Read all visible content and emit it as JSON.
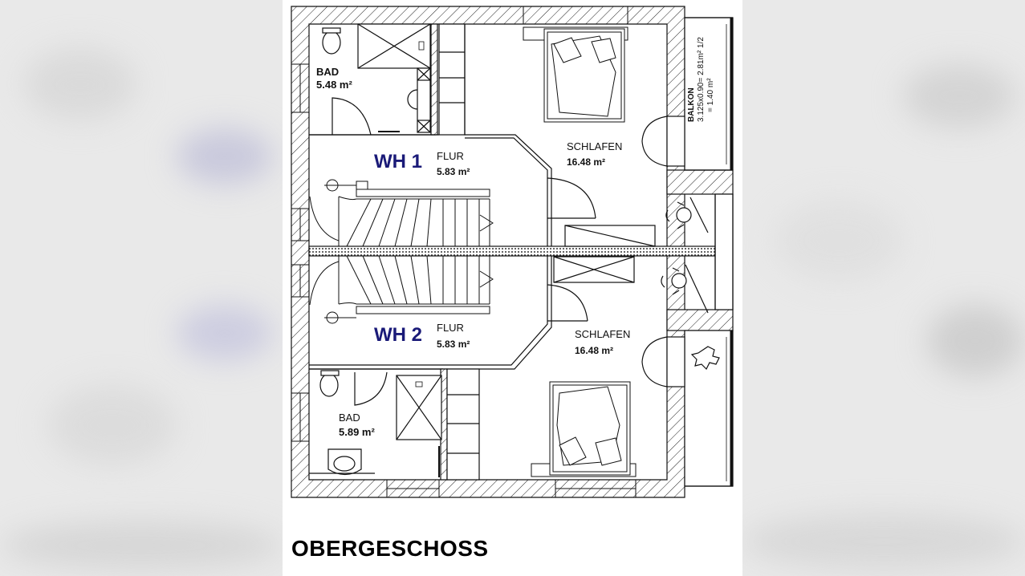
{
  "caption": "OBERGESCHOSS",
  "units": {
    "wh1": {
      "label": "WH 1",
      "bad": {
        "name": "BAD",
        "area": "5.48 m²"
      },
      "flur": {
        "name": "FLUR",
        "area": "5.83 m²"
      },
      "schlafen": {
        "name": "SCHLAFEN",
        "area": "16.48 m²"
      },
      "balkon": {
        "name": "BALKON",
        "formula": "3.125x0.90= 2.81m² 1/2",
        "result": "= 1.40 m²"
      }
    },
    "wh2": {
      "label": "WH 2",
      "bad": {
        "name": "BAD",
        "area": "5.89 m²"
      },
      "flur": {
        "name": "FLUR",
        "area": "5.83 m²"
      },
      "schlafen": {
        "name": "SCHLAFEN",
        "area": "16.48 m²"
      }
    }
  },
  "colors": {
    "line": "#111111",
    "unit_label": "#1a1a78",
    "sheet": "#ffffff",
    "background": "#e9e9e9"
  }
}
